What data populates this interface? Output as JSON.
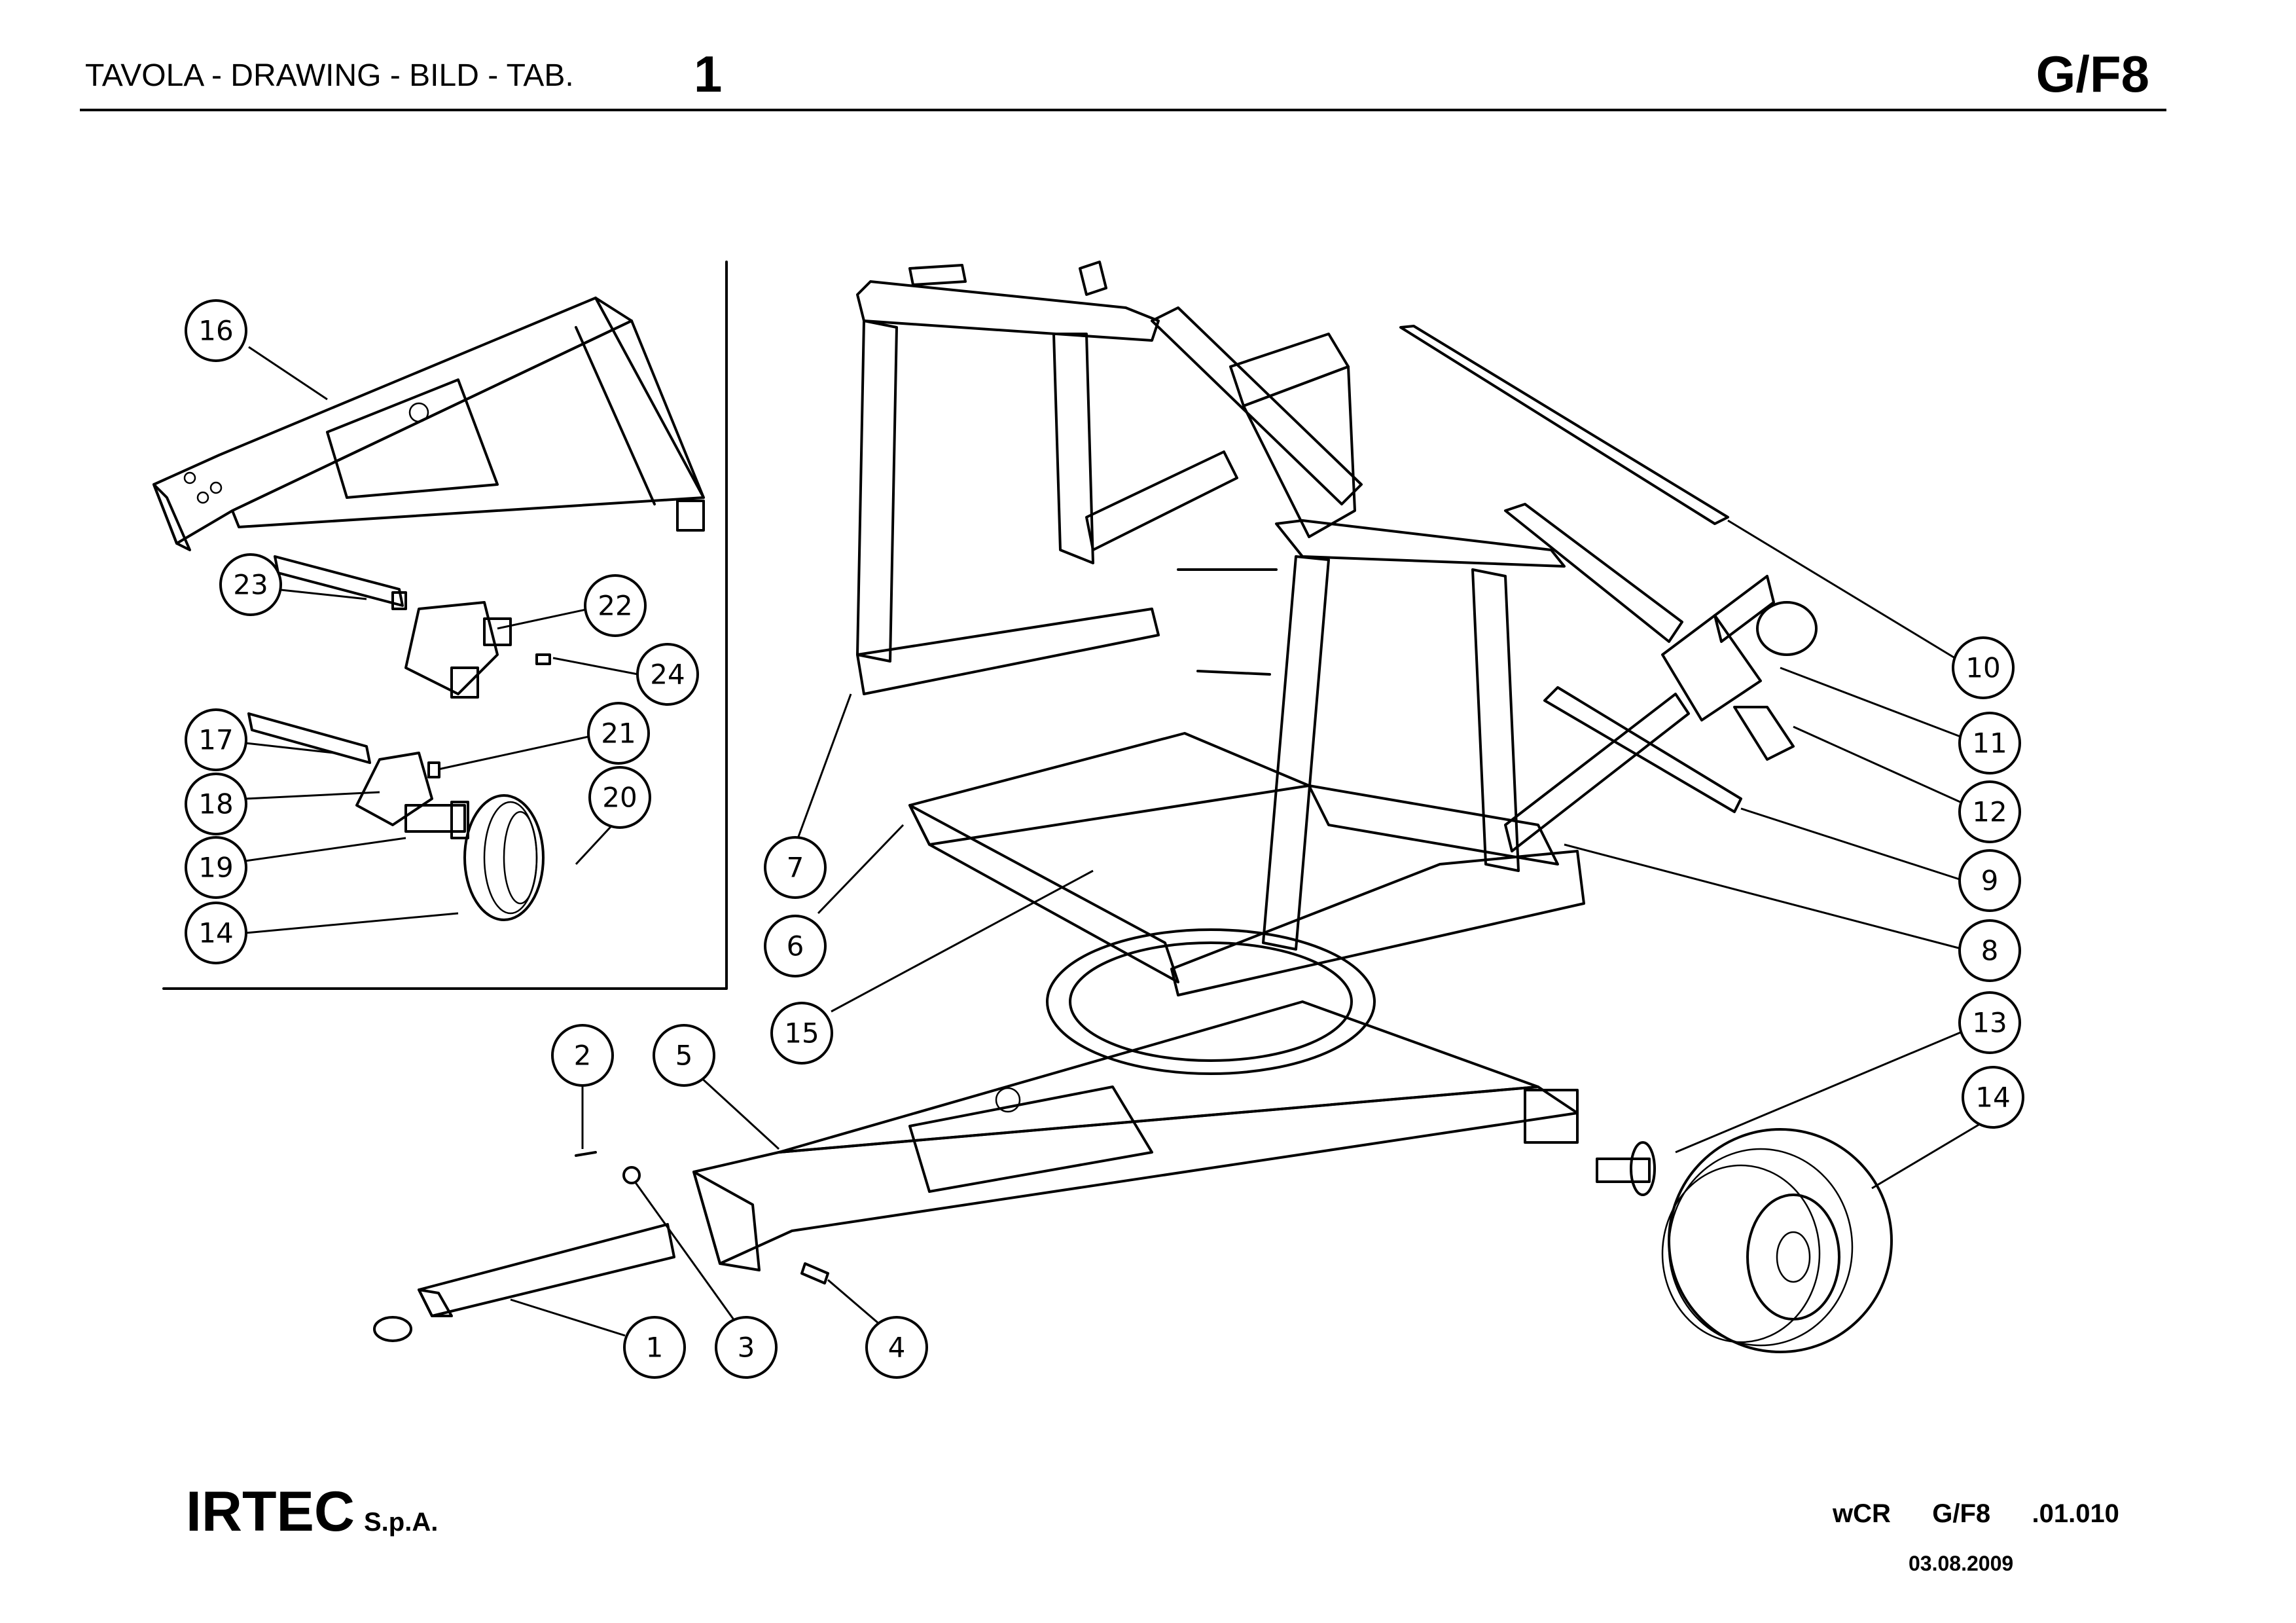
{
  "header": {
    "label": "TAVOLA - DRAWING - BILD - TAB.",
    "table_number": "1",
    "code": "G/F8"
  },
  "footer": {
    "company": "IRTEC",
    "company_suffix": "S.p.A.",
    "document_ref": "wCR   G/F8   .01.010",
    "date": "03.08.2009"
  },
  "callouts": [
    {
      "num": "1"
    },
    {
      "num": "2"
    },
    {
      "num": "3"
    },
    {
      "num": "4"
    },
    {
      "num": "5"
    },
    {
      "num": "6"
    },
    {
      "num": "7"
    },
    {
      "num": "8"
    },
    {
      "num": "9"
    },
    {
      "num": "10"
    },
    {
      "num": "11"
    },
    {
      "num": "12"
    },
    {
      "num": "13"
    },
    {
      "num": "14"
    },
    {
      "num": "15"
    },
    {
      "num": "16"
    },
    {
      "num": "17"
    },
    {
      "num": "18"
    },
    {
      "num": "19"
    },
    {
      "num": "20"
    },
    {
      "num": "21"
    },
    {
      "num": "22"
    },
    {
      "num": "23"
    },
    {
      "num": "24"
    },
    {
      "num": "14"
    }
  ]
}
